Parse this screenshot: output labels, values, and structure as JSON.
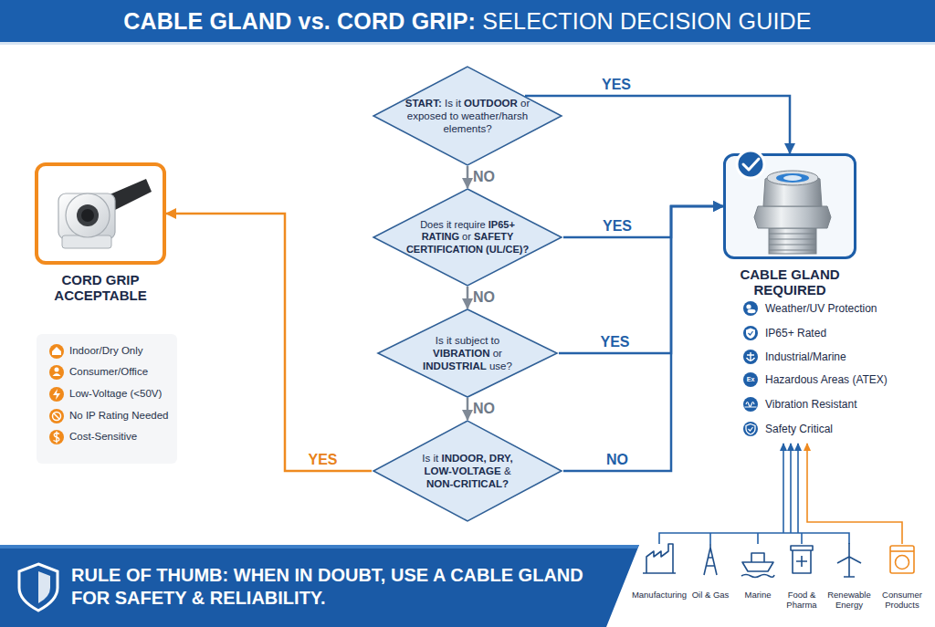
{
  "diagram": {
    "title": "CABLE GLAND vs. CORD GRIP: SELECTION DECISION GUIDE",
    "nodes": [
      {
        "text": [
          "START: Is it OUTDOOR or exposed to weather/harsh elements?"
        ]
      },
      {
        "text": [
          "Does it require IP65+ RATING or SAFETY CERTIFICATION (UL/CE)?"
        ]
      },
      {
        "text": [
          "Is it subject to VIBRATION or INDUSTRIAL use?"
        ]
      },
      {
        "text": [
          "Is it INDOOR, DRY, LOW-VOLTAGE & NON-CRITICAL?"
        ]
      },
      {
        "text": [
          "CORD GRIP ACCEPTABLE"
        ]
      },
      {
        "text": [
          "CABLE GLAND REQUIRED"
        ]
      },
      {
        "text": [
          "RULE OF THUMB: WHEN IN DOUBT, USE A CABLE GLAND FOR SAFETY & RELIABILITY."
        ]
      }
    ],
    "edges": [
      {
        "from": 0,
        "to": 5,
        "label": "YES",
        "arrow": "to"
      },
      {
        "from": 0,
        "to": 1,
        "label": "NO",
        "arrow": "to"
      },
      {
        "from": 1,
        "to": 5,
        "label": "YES",
        "arrow": "to"
      },
      {
        "from": 1,
        "to": 2,
        "label": "NO",
        "arrow": "to"
      },
      {
        "from": 2,
        "to": 5,
        "label": "YES",
        "arrow": "to"
      },
      {
        "from": 2,
        "to": 3,
        "label": "NO",
        "arrow": "to"
      },
      {
        "from": 3,
        "to": 4,
        "label": "YES",
        "arrow": "to"
      },
      {
        "from": 3,
        "to": 5,
        "label": "NO",
        "arrow": "to"
      }
    ],
    "labels": [
      "Indoor/Dry Only",
      "Consumer/Office",
      "Low-Voltage (<50V)",
      "No IP Rating Needed",
      "Cost-Sensitive",
      "Weather/UV Protection",
      "IP65+ Rated",
      "Industrial/Marine",
      "Hazardous Areas (ATEX)",
      "Vibration Resistant",
      "Safety Critical",
      "Manufacturing",
      "Oil & Gas",
      "Marine",
      "Food & Pharma",
      "Renewable Energy",
      "Consumer Products",
      "Ex"
    ]
  }
}
